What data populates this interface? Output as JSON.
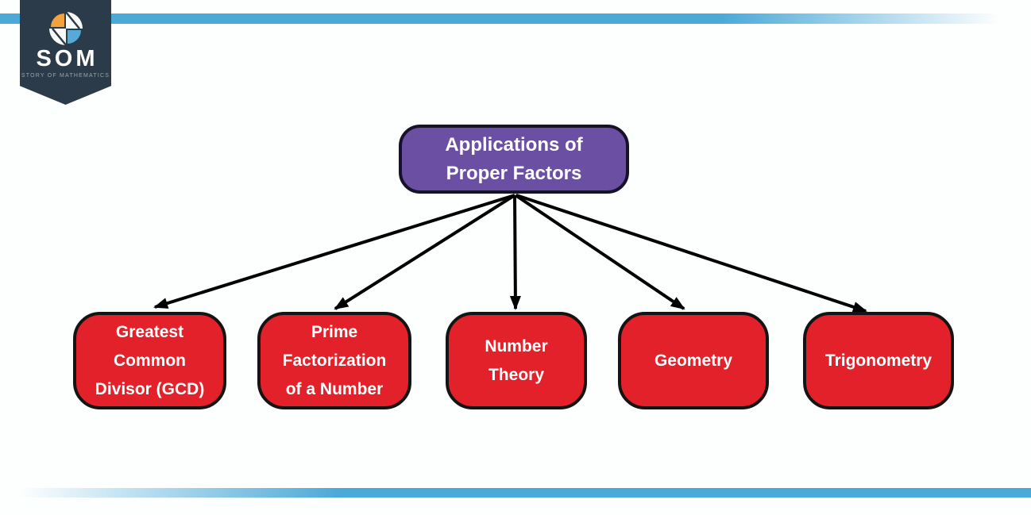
{
  "brand": {
    "name": "SOM",
    "tagline": "STORY OF MATHEMATICS",
    "logo_icon": "pinwheel-s-icon"
  },
  "diagram": {
    "root": {
      "label_lines": [
        "Applications of",
        "Proper Factors"
      ]
    },
    "children": [
      {
        "id": "gcd",
        "label_lines": [
          "Greatest",
          "Common",
          "Divisor (GCD)"
        ]
      },
      {
        "id": "prime",
        "label_lines": [
          "Prime",
          "Factorization",
          "of a Number"
        ]
      },
      {
        "id": "number-theory",
        "label_lines": [
          "Number",
          "Theory"
        ]
      },
      {
        "id": "geometry",
        "label_lines": [
          "Geometry"
        ]
      },
      {
        "id": "trigonometry",
        "label_lines": [
          "Trigonometry"
        ]
      }
    ]
  },
  "colors": {
    "root_fill": "#6B4FA2",
    "child_fill": "#E3212A",
    "node_border": "#141414",
    "node_text": "#FFFFFF",
    "arrow": "#000000",
    "accent_line_blue": "#4BA9D8",
    "badge_navy": "#2B3B49",
    "logo_orange": "#F2A33C",
    "logo_blue": "#55AAD8",
    "tagline_gray": "#9AA5AD"
  }
}
